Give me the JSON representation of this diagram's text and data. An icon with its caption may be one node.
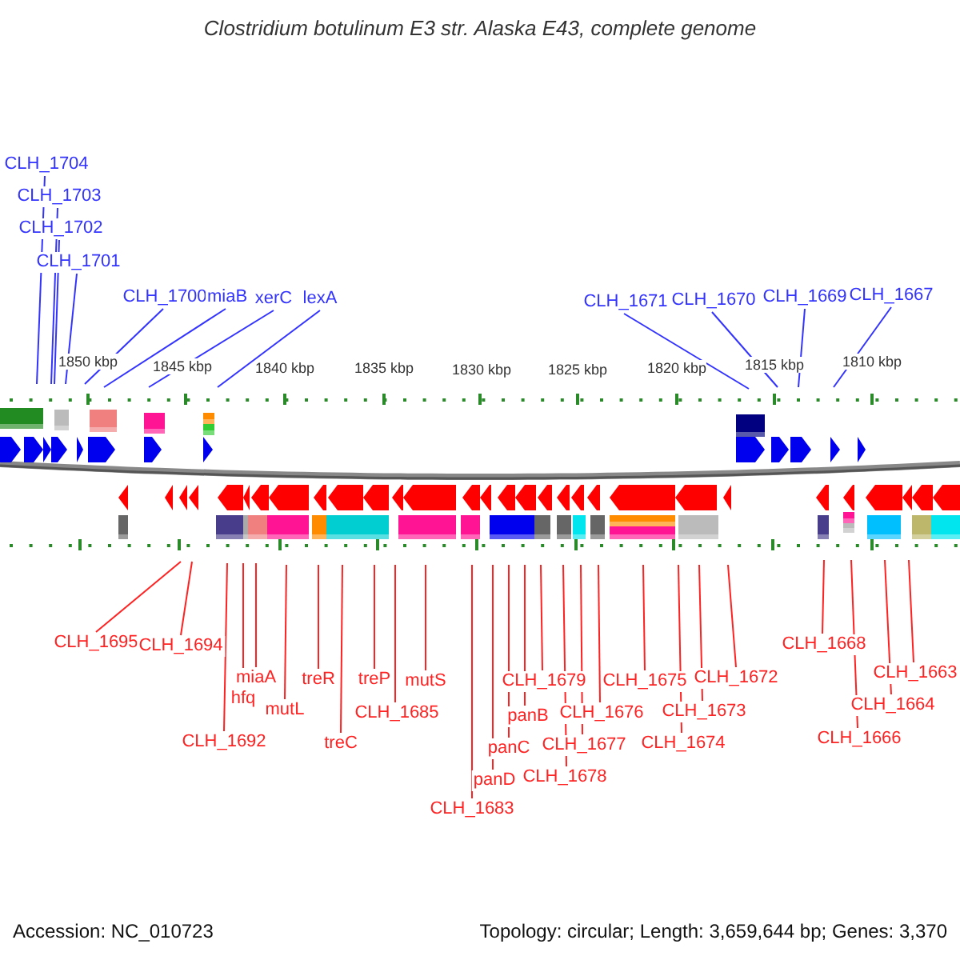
{
  "diagram": {
    "title": "Clostridium botulinum E3 str. Alaska E43, complete genome",
    "nodes": [
      {
        "text": [
          "CLH_1704"
        ]
      },
      {
        "text": [
          "CLH_1703"
        ]
      },
      {
        "text": [
          "CLH_1702"
        ]
      },
      {
        "text": [
          "CLH_1701"
        ]
      },
      {
        "text": [
          "CLH_1700"
        ]
      },
      {
        "text": [
          "miaB"
        ]
      },
      {
        "text": [
          "xerC"
        ]
      },
      {
        "text": [
          "lexA"
        ]
      },
      {
        "text": [
          "CLH_1671"
        ]
      },
      {
        "text": [
          "CLH_1670"
        ]
      },
      {
        "text": [
          "CLH_1669"
        ]
      },
      {
        "text": [
          "CLH_1667"
        ]
      },
      {
        "text": [
          "CLH_1695"
        ]
      },
      {
        "text": [
          "CLH_1694"
        ]
      },
      {
        "text": [
          "miaA"
        ]
      },
      {
        "text": [
          "hfq"
        ]
      },
      {
        "text": [
          "CLH_1692"
        ]
      },
      {
        "text": [
          "mutL"
        ]
      },
      {
        "text": [
          "treR"
        ]
      },
      {
        "text": [
          "treC"
        ]
      },
      {
        "text": [
          "treP"
        ]
      },
      {
        "text": [
          "CLH_1685"
        ]
      },
      {
        "text": [
          "mutS"
        ]
      },
      {
        "text": [
          "CLH_1683"
        ]
      },
      {
        "text": [
          "panD"
        ]
      },
      {
        "text": [
          "panC"
        ]
      },
      {
        "text": [
          "panB"
        ]
      },
      {
        "text": [
          "CLH_1679"
        ]
      },
      {
        "text": [
          "CLH_1678"
        ]
      },
      {
        "text": [
          "CLH_1677"
        ]
      },
      {
        "text": [
          "CLH_1676"
        ]
      },
      {
        "text": [
          "CLH_1675"
        ]
      },
      {
        "text": [
          "CLH_1674"
        ]
      },
      {
        "text": [
          "CLH_1673"
        ]
      },
      {
        "text": [
          "CLH_1672"
        ]
      },
      {
        "text": [
          "CLH_1668"
        ]
      },
      {
        "text": [
          "CLH_1666"
        ]
      },
      {
        "text": [
          "CLH_1664"
        ]
      },
      {
        "text": [
          "CLH_1663"
        ]
      }
    ],
    "edges": [
      {
        "from": 0,
        "to": null,
        "arrow": "none",
        "color": "#3333ff"
      },
      {
        "from": 1,
        "to": null,
        "arrow": "none",
        "color": "#3333ff"
      },
      {
        "from": 2,
        "to": null,
        "arrow": "none",
        "color": "#3333ff"
      },
      {
        "from": 3,
        "to": null,
        "arrow": "none",
        "color": "#3333ff"
      },
      {
        "from": 4,
        "to": null,
        "arrow": "none",
        "color": "#3333ff"
      },
      {
        "from": 5,
        "to": null,
        "arrow": "none",
        "color": "#3333ff"
      },
      {
        "from": 6,
        "to": null,
        "arrow": "none",
        "color": "#3333ff"
      },
      {
        "from": 7,
        "to": null,
        "arrow": "none",
        "color": "#3333ff"
      },
      {
        "from": 8,
        "to": null,
        "arrow": "none",
        "color": "#3333ff"
      },
      {
        "from": 9,
        "to": null,
        "arrow": "none",
        "color": "#3333ff"
      },
      {
        "from": 10,
        "to": null,
        "arrow": "none",
        "color": "#3333ff"
      },
      {
        "from": 11,
        "to": null,
        "arrow": "none",
        "color": "#3333ff"
      },
      {
        "from": 12,
        "to": null,
        "arrow": "none"
      },
      {
        "from": 13,
        "to": null,
        "arrow": "none"
      },
      {
        "from": 14,
        "to": null,
        "arrow": "none"
      },
      {
        "from": 15,
        "to": null,
        "arrow": "none"
      },
      {
        "from": 16,
        "to": null,
        "arrow": "none"
      },
      {
        "from": 17,
        "to": null,
        "arrow": "none"
      },
      {
        "from": 18,
        "to": null,
        "arrow": "none"
      },
      {
        "from": 19,
        "to": null,
        "arrow": "none"
      },
      {
        "from": 20,
        "to": null,
        "arrow": "none"
      },
      {
        "from": 21,
        "to": null,
        "arrow": "none"
      },
      {
        "from": 22,
        "to": null,
        "arrow": "none"
      },
      {
        "from": 23,
        "to": null,
        "arrow": "none"
      },
      {
        "from": 24,
        "to": null,
        "arrow": "none"
      },
      {
        "from": 25,
        "to": null,
        "arrow": "none"
      },
      {
        "from": 26,
        "to": null,
        "arrow": "none"
      },
      {
        "from": 27,
        "to": null,
        "arrow": "none"
      },
      {
        "from": 28,
        "to": null,
        "arrow": "none"
      },
      {
        "from": 29,
        "to": null,
        "arrow": "none"
      },
      {
        "from": 30,
        "to": null,
        "arrow": "none"
      },
      {
        "from": 31,
        "to": null,
        "arrow": "none"
      },
      {
        "from": 32,
        "to": null,
        "arrow": "none"
      },
      {
        "from": 33,
        "to": null,
        "arrow": "none"
      },
      {
        "from": 34,
        "to": null,
        "arrow": "none"
      },
      {
        "from": 35,
        "to": null,
        "arrow": "none"
      },
      {
        "from": 36,
        "to": null,
        "arrow": "none"
      },
      {
        "from": 37,
        "to": null,
        "arrow": "none"
      },
      {
        "from": 38,
        "to": null,
        "arrow": "none"
      }
    ],
    "labels": [
      "1850 kbp",
      "1845 kbp",
      "1840 kbp",
      "1835 kbp",
      "1830 kbp",
      "1825 kbp",
      "1820 kbp",
      "1815 kbp",
      "1810 kbp",
      "Accession: NC_010723",
      "Topology: circular; Length: 3,659,644 bp; Genes: 3,370"
    ]
  }
}
